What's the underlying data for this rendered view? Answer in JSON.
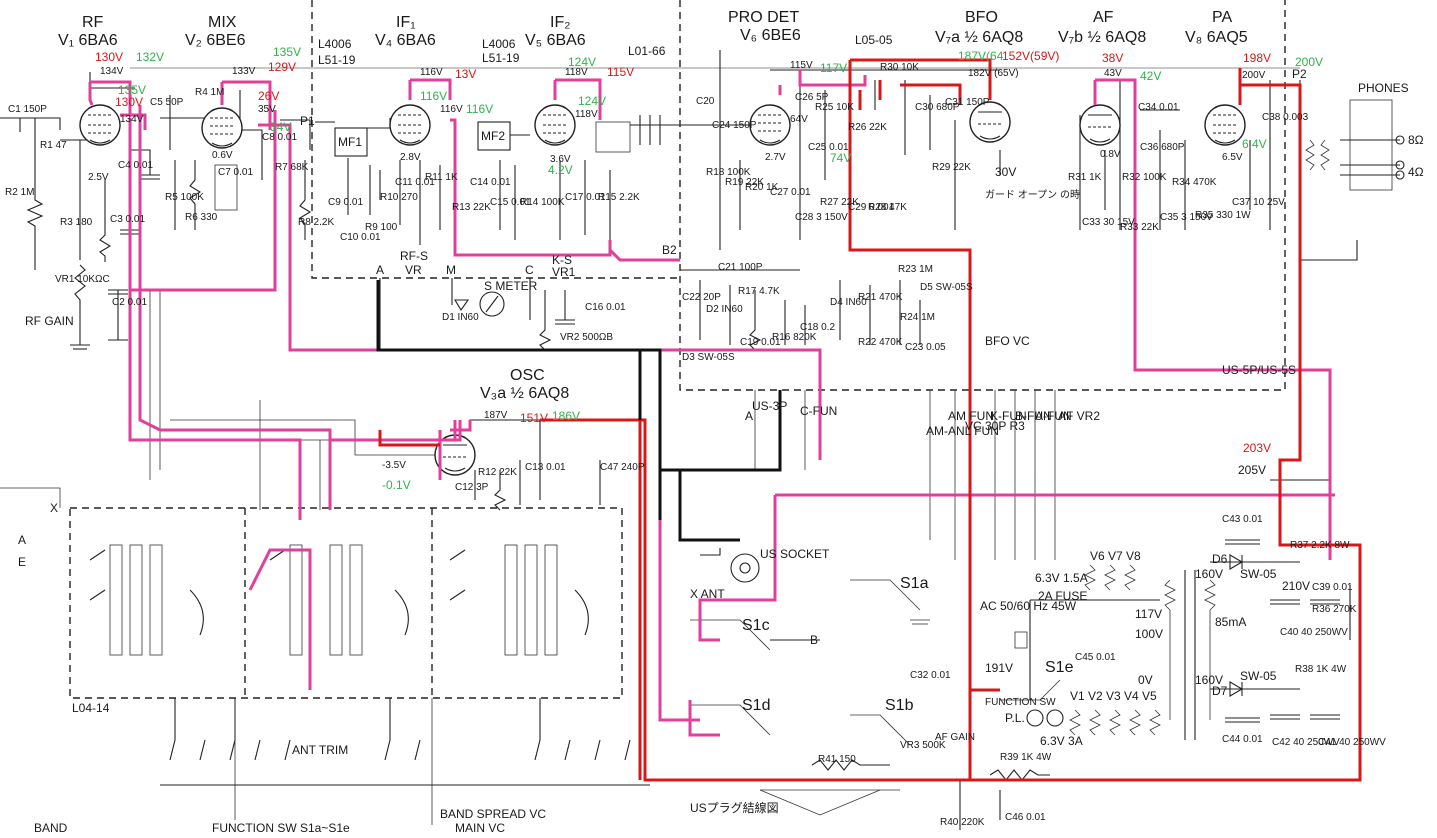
{
  "stages": {
    "rf": {
      "name": "RF",
      "tube": "V₁ 6BA6"
    },
    "mix": {
      "name": "MIX",
      "tube": "V₂ 6BE6"
    },
    "if1": {
      "name": "IF₁",
      "tube": "V₄ 6BA6"
    },
    "if2": {
      "name": "IF₂",
      "tube": "V₅ 6BA6"
    },
    "prodet": {
      "name": "PRO DET",
      "tube": "V₆ 6BE6"
    },
    "bfo": {
      "name": "BFO",
      "tube": "V₇a ½ 6AQ8"
    },
    "af": {
      "name": "AF",
      "tube": "V₇b ½ 6AQ8"
    },
    "pa": {
      "name": "PA",
      "tube": "V₈ 6AQ5"
    },
    "osc": {
      "name": "OSC",
      "tube": "V₃a ½ 6AQ8"
    }
  },
  "component_labels": {
    "c1": "C1 150P",
    "r1": "R1 47",
    "r2": "R2 1M",
    "r3": "R3 180",
    "c3": "C3 0.01",
    "c4": "C4 0.01",
    "vr1": "VR1 10KΩC",
    "rf_gain": "RF GAIN",
    "c2": "C2 0.01",
    "c5": "C5 50P",
    "r4": "R4 1M",
    "r5": "R5 100K",
    "r6": "R6 330",
    "c7": "C7 0.01",
    "c8": "C8 0.01",
    "r7": "R7 68K",
    "r8": "R8 2.2K",
    "l4006a": "L4006",
    "l51a": "L51-19",
    "l4006b": "L4006",
    "l51b": "L51-19",
    "l01": "L01-66",
    "mf1": "MF1",
    "mf2": "MF2",
    "c9": "C9 0.01",
    "c10": "C10 0.01",
    "r9": "R9 100",
    "r10": "R10 270",
    "c11": "C11 0.01",
    "r11": "R11 1K",
    "r13": "R13 22K",
    "c14": "C14 0.01",
    "c15": "C15 0.01",
    "r14": "R14 100K",
    "c17": "C17 0.01",
    "r15": "R15 2.2K",
    "c20": "C20",
    "c24": "C24 150P",
    "r18": "R18 100K",
    "r19": "R19 22K",
    "r20": "R20 1K",
    "c27": "C27 0.01",
    "c26": "C26 5P",
    "r25": "R25 10K",
    "c25": "C25 0.01",
    "c28": "C28 3 150V",
    "r26": "R26 22K",
    "r27": "R27 22K",
    "c29": "C29 0.001",
    "r28": "R28 47K",
    "r30": "R30 10K",
    "c30": "C30 680P",
    "c31": "C31 150P",
    "r29": "R29 22K",
    "l05": "L05-05",
    "guard": "ガード オープン の時",
    "r31": "R31 1K",
    "c33": "C33 30 15V",
    "r32": "R32 100K",
    "c34": "C34 0.01",
    "c36": "C36 680P",
    "r33": "R33 22K",
    "r34": "R34 470K",
    "c35": "C35 3 150V",
    "r35": "R35 330 1W",
    "c37": "C37 10 25V",
    "c38": "C38 0.003",
    "phones": "PHONES",
    "ohm8": "8Ω",
    "ohm4": "4Ω",
    "rf_s": "RF-S",
    "vr": "VR",
    "s_meter": "S METER",
    "k_s": "K-S",
    "vr1b": "VR1",
    "d1": "D1 IN60",
    "vr2": "VR2 500ΩB",
    "c16": "C16 0.01",
    "c21": "C21 100P",
    "c22": "C22 20P",
    "r17": "R17 4.7K",
    "d2": "D2 IN60",
    "d3": "D3 SW-05S",
    "c19": "C19 0.01",
    "r16": "R16 820K",
    "c18": "C18 0.2",
    "d4": "D4 IN60",
    "r21": "R21 470K",
    "r22": "R22 470K",
    "r23": "R23 1M",
    "r24": "R24 1M",
    "c23": "C23 0.05",
    "d5": "D5 SW-05S",
    "bfo_vc": "BFO VC",
    "r12": "R12 22K",
    "c12": "C12 3P",
    "c13": "C13 0.01",
    "c47": "C47 240P",
    "us_socket": "US SOCKET",
    "x_ant": "X ANT",
    "us3p": "US-3P",
    "c_fun": "C-FUN",
    "a_fun_l": "A",
    "am_anl": "AM-ANL FUN",
    "am_fun": "AM FUN",
    "vc30p": "VC 30P R3",
    "k_fun": "K-FUN",
    "b_fun": "B-FUN",
    "a_fun": "A-FUN",
    "af_vr2": "AF VR2",
    "s1a": "S1a",
    "s1b": "S1b",
    "s1c": "S1c",
    "s1d": "S1d",
    "s1e": "S1e",
    "c32": "C32 0.01",
    "vr3": "VR3 500K",
    "af_gain": "AF GAIN",
    "fuse": "2A FUSE",
    "heater": "6.3V 1.5A",
    "ac_in": "AC 50/60 Hz 45W",
    "c45": "C45 0.01",
    "ma85": "85mA",
    "v117": "117V",
    "v100": "100V",
    "v0": "0V",
    "v160a": "160V",
    "v160b": "160V",
    "sw05a": "SW-05",
    "sw05b": "SW-05",
    "d6": "D6",
    "d7": "D7",
    "c43": "C43 0.01",
    "c44": "C44 0.01",
    "r37": "R37 2.2K 8W",
    "v210": "210V",
    "v205": "205V",
    "c40": "C40 40 250WV",
    "c39": "C39 0.01",
    "r36": "R36 270K",
    "r38": "R38 1K 4W",
    "c42": "C42 40 250WV",
    "c41": "C41 40 250WV",
    "v191": "191V",
    "r41": "R41 150",
    "r39": "R39 1K 4W",
    "r40": "R40 220K",
    "c46": "C46 0.01",
    "pl": "P.L.",
    "v63_3a": "6.3V 3A",
    "function_sw": "FUNCTION SW",
    "heaters_a": "V6 V7 V8",
    "heaters_b": "V1 V2 V3 V4 V5",
    "l04": "L04-14",
    "ant_trim": "ANT TRIM",
    "band_spread": "BAND SPREAD VC",
    "main_vc": "MAIN VC",
    "band": "BAND",
    "function_caption": "FUNCTION SW S1a~S1e",
    "us_plug": "USプラグ結線図",
    "term_x": "X",
    "term_a": "A",
    "term_e": "E",
    "term_b": "B",
    "term_b2": "B2",
    "term_p1": "P1",
    "term_p2": "P2",
    "term_c": "C",
    "term_m": "M",
    "term_a2": "A",
    "us_5p": "US-5P/US-5S"
  },
  "voltages_printed": {
    "rf_top": "134V",
    "rf_mid": "134V",
    "rf_k": "2.5V",
    "mix_top": "133V",
    "mix_g": "35V",
    "mix_k": "0.6V",
    "if1_top": "116V",
    "if1_g": "116V",
    "if1_k": "2.8V",
    "if2_top": "118V",
    "if2_g": "118V",
    "if2_k": "3.6V",
    "pd_top": "115V",
    "pd_g": "64V",
    "pd_k": "2.7V",
    "bfo_top": "182V (65V)",
    "bfo_k": "30V",
    "af_top": "43V",
    "af_k": "0.8V",
    "pa_top": "200V",
    "pa_k": "6.5V",
    "osc_top": "187V",
    "osc_g": "-3.5V"
  },
  "measured_red": {
    "rf_a": "130V",
    "rf_b": "130V",
    "mix_a": "129V",
    "mix_b": "26V",
    "if1": "13V",
    "if2": "115V",
    "bfo": "152V(59V)",
    "af": "38V",
    "pa": "198V",
    "osc": "151V",
    "psu": "203V"
  },
  "measured_green": {
    "rf_a": "132V",
    "rf_b": "135V",
    "mix_a": "135V",
    "mix_b": "34V",
    "if1_a": "116V",
    "if1_b": "116V",
    "if2_a": "124V",
    "if2_b": "124V",
    "if2_k": "4.2V",
    "pd_a": "117V",
    "pd_b": "74V",
    "bfo": "187V(64",
    "af": "42V",
    "pa_a": "200V",
    "pa_b": "6.4V",
    "osc": "186V",
    "osc_g": "-0.1V"
  },
  "colors": {
    "pink_trace": "#e0409a",
    "red_trace": "#d81818",
    "black_trace": "#111111",
    "label_red": "#d81818",
    "label_green": "#2fb34a"
  }
}
